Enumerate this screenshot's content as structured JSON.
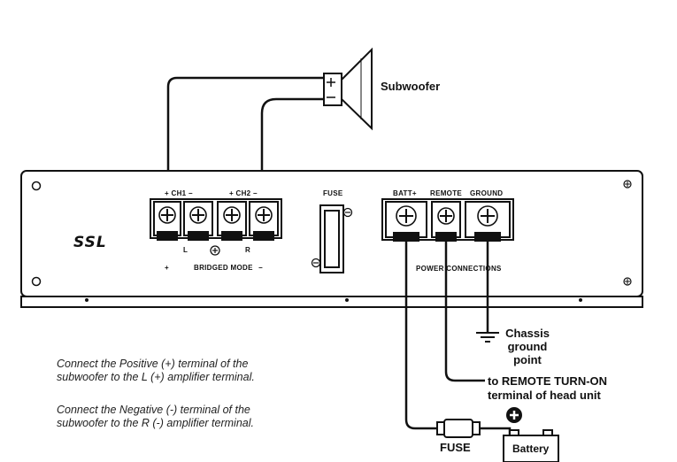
{
  "speaker": {
    "label": "Subwoofer"
  },
  "amplifier": {
    "brand": "SSL",
    "channels": {
      "ch1": "+ CH1 −",
      "ch2": "+ CH2 −"
    },
    "left_right": {
      "l": "L",
      "r": "R"
    },
    "bridged": {
      "plus": "+",
      "mode": "BRIDGED MODE",
      "minus": "−"
    },
    "fuse_label": "FUSE",
    "power_terminals": {
      "batt": "BATT+",
      "remote": "REMOTE",
      "ground": "GROUND"
    },
    "power_connections": "POWER CONNECTIONS"
  },
  "callouts": {
    "chassis": [
      "Chassis",
      "ground",
      "point"
    ],
    "remote": [
      "to REMOTE TURN-ON",
      "terminal of head unit"
    ],
    "inline_fuse": "FUSE",
    "battery": "Battery"
  },
  "notes": {
    "positive": [
      "Connect the Positive (+) terminal of the",
      "subwoofer to the L (+) amplifier terminal."
    ],
    "negative": [
      "Connect the Negative (-) terminal of the",
      "subwoofer to the R (-) amplifier terminal."
    ]
  }
}
